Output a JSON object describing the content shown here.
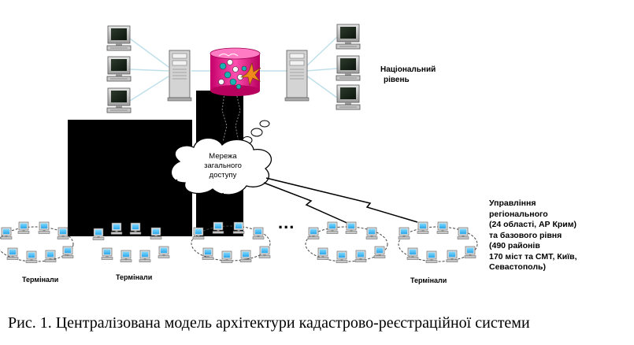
{
  "diagram": {
    "national_level_label_line1": "Національний",
    "national_level_label_line2": "рівень",
    "cloud_line1": "Мережа",
    "cloud_line2": "загального",
    "cloud_line3": "доступу",
    "terminals_label_left": "Термінали",
    "terminals_label_middle": "Термінали",
    "terminals_label_right": "Термінали",
    "ellipsis": "...",
    "regional_label": [
      "Управління",
      "регіонального",
      "(24 області, АР Крим)",
      "та базового рівня",
      "(490 районів",
      "170 міст та СМТ, Київ,",
      "Севастополь)"
    ]
  },
  "caption": "Рис. 1. Централізована модель архітектури кадастрово-реєстраційної системи"
}
